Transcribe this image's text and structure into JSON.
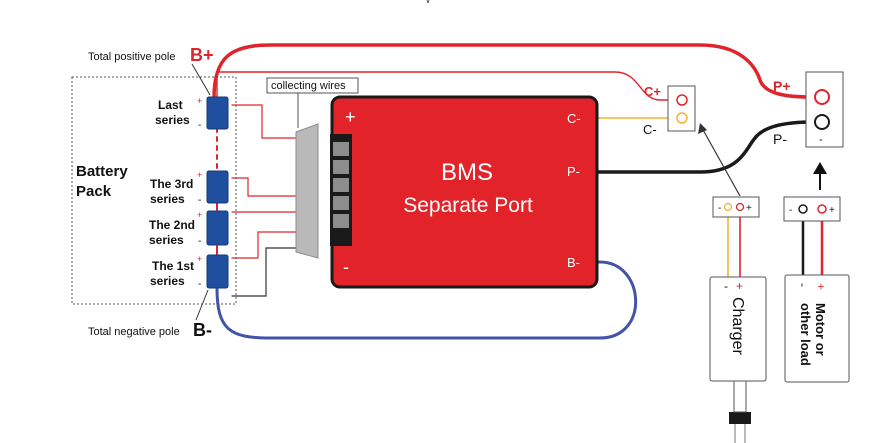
{
  "battery_pack": {
    "title_line1": "Battery",
    "title_line2": "Pack",
    "cells": [
      {
        "line1": "Last",
        "line2": "series"
      },
      {
        "line1": "The 3rd",
        "line2": "series"
      },
      {
        "line1": "The 2nd",
        "line2": "series"
      },
      {
        "line1": "The 1st",
        "line2": "series"
      }
    ],
    "cell_plus": "+",
    "cell_minus": "-"
  },
  "poles": {
    "positive_text": "Total positive pole",
    "positive_mark": "B+",
    "negative_text": "Total negative pole",
    "negative_mark": "B-"
  },
  "collecting_wires": "collecting wires",
  "bms": {
    "title": "BMS",
    "subtitle": "Separate Port",
    "plus": "+",
    "minus": "-",
    "port_c": "C-",
    "port_p": "P-",
    "port_b": "B-"
  },
  "charge_port": {
    "c_plus": "C+",
    "c_minus": "C-"
  },
  "load_port": {
    "p_plus": "P+",
    "p_minus": "P-",
    "minus_sign": "-"
  },
  "charger": {
    "label": "Charger",
    "plus": "+",
    "minus": "-"
  },
  "load": {
    "line1": "Motor or",
    "line2": "other load",
    "plus": "+",
    "minus": "-"
  },
  "connector": {
    "plus": "+",
    "minus": "-"
  },
  "colors": {
    "red": "#e0242b",
    "bms_red": "#e2232a",
    "black": "#1a1a1a",
    "blue": "#4254a8",
    "yellow": "#f2b233",
    "cell_blue": "#1f4f9e"
  }
}
